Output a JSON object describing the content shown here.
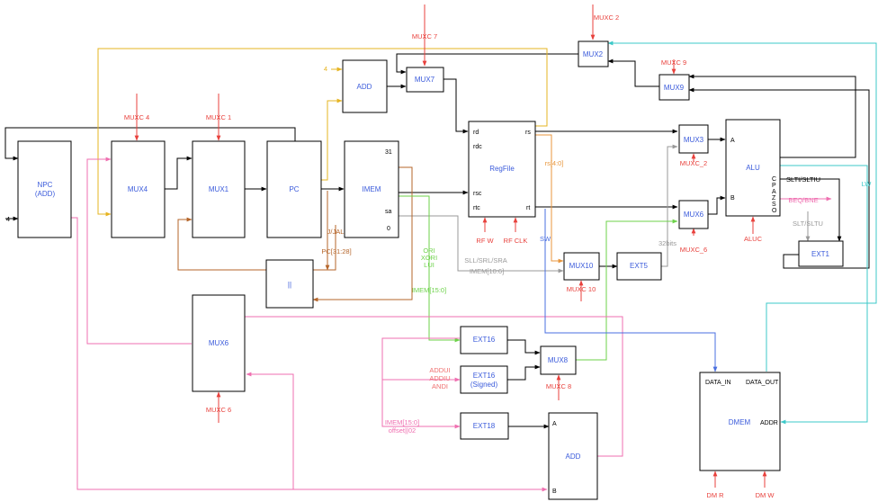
{
  "blocks": {
    "npc": "NPC",
    "npc_sub": "(ADD)",
    "mux4": "MUX4",
    "mux1": "MUX1",
    "pc": "PC",
    "imem": "IMEM",
    "add_top": "ADD",
    "mux7": "MUX7",
    "mux2": "MUX2",
    "mux9": "MUX9",
    "regfile": "RegFile",
    "mux3": "MUX3",
    "mux6_alu": "MUX6",
    "alu": "ALU",
    "ext1": "EXT1",
    "concat": "||",
    "mux6_left": "MUX6",
    "mux10": "MUX10",
    "ext5": "EXT5",
    "ext16": "EXT16",
    "ext16s": "EXT16",
    "ext16s_sub": "(Signed)",
    "mux8": "MUX8",
    "ext18": "EXT18",
    "add_bottom": "ADD",
    "dmem": "DMEM"
  },
  "ports": {
    "imem_31": "31",
    "imem_sa": "sa",
    "imem_0": "0",
    "rf_rd": "rd",
    "rf_rdc": "rdc",
    "rf_rsc": "rsc",
    "rf_rtc": "rtc",
    "rf_rs": "rs",
    "rf_rt": "rt",
    "alu_a": "A",
    "alu_b": "B",
    "alu_flags": [
      "C",
      "P",
      "A",
      "Z",
      "S",
      "O"
    ],
    "add_a": "A",
    "add_b": "B",
    "dmem_in": "DATA_IN",
    "dmem_out": "DATA_OUT",
    "dmem_addr": "ADDR"
  },
  "controls": {
    "muxc4": "MUXC 4",
    "muxc1": "MUXC 1",
    "muxc7": "MUXC 7",
    "muxc2_top": "MUXC 2",
    "muxc9": "MUXC 9",
    "rf_w": "RF W",
    "rf_clk": "RF CLK",
    "muxc2_alu": "MUXC_2",
    "muxc6_alu": "MUXC_6",
    "aluc": "ALUC",
    "muxc10": "MUXC 10",
    "muxc8": "MUXC 8",
    "muxc6_left": "MUXC 6",
    "dm_r": "DM R",
    "dm_w": "DM W"
  },
  "wire_labels": {
    "four_top": "4",
    "four_left": "4",
    "j_jal": "J/JAL",
    "pc_bits": "PC[31:28]",
    "ori_group": [
      "ORI",
      "XORI",
      "LUI"
    ],
    "imem_15_0": "IMEM[15:0]",
    "addi_group": [
      "ADDUI",
      "ADDIU",
      "ANDI"
    ],
    "imem_offset": [
      "IMEM[15:0]",
      "offset||02"
    ],
    "shift_group": "SLL/SRL/SRA",
    "imem_10_6": "IMEM[10:6]",
    "rs_4_0": "rs[4:0]",
    "sw": "SW",
    "lw": "LW",
    "bits32": "32bits",
    "slti": "SLTI/SLTIU",
    "beq": "BEQ/BNE",
    "slt": "SLT/SLTU"
  },
  "colors": {
    "wire": "#000000",
    "control": "#e8413c",
    "block_label": "#3b5bdb",
    "yellow": "#e6b422",
    "orange": "#e8963c",
    "brown": "#b5652a",
    "green": "#6dd24a",
    "pink": "#ef6fb0",
    "blue": "#4a6fe0",
    "cyan": "#3cc8c8",
    "gray": "#999999"
  }
}
